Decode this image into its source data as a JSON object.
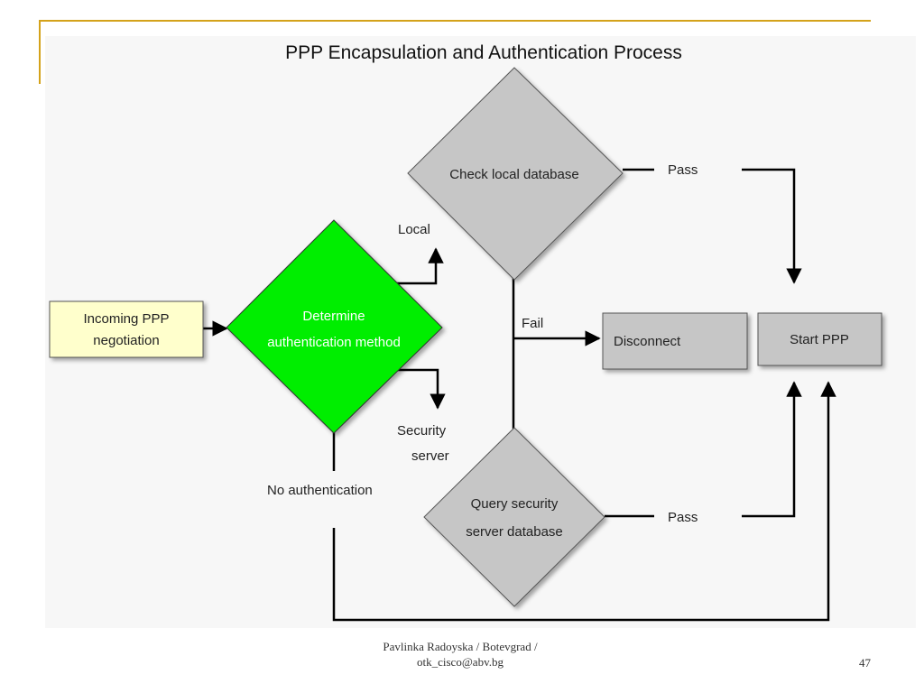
{
  "title": "PPP Encapsulation and Authentication Process",
  "nodes": {
    "incoming": [
      "Incoming PPP",
      "negotiation"
    ],
    "determine": [
      "Determine",
      "authentication method"
    ],
    "check_local": [
      "Check local database"
    ],
    "query_server": [
      "Query security",
      "server database"
    ],
    "disconnect": [
      "Disconnect"
    ],
    "start_ppp": [
      "Start PPP"
    ]
  },
  "edge_labels": {
    "local": "Local",
    "security_server": [
      "Security",
      "server"
    ],
    "no_auth": "No authentication",
    "pass_top": "Pass",
    "fail": "Fail",
    "pass_bottom": "Pass"
  },
  "footer": {
    "credit_line1": "Pavlinka Radoyska / Botevgrad /",
    "credit_line2": "otk_cisco@abv.bg",
    "page": "47"
  },
  "colors": {
    "accent_line": "#d4a21a",
    "start_box": "#ffffcc",
    "decision_green": "#00ee00",
    "process_gray": "#c6c6c6",
    "background": "#f7f7f7"
  }
}
